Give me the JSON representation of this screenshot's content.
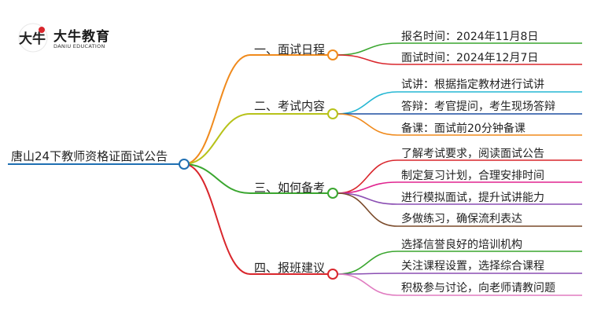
{
  "logo": {
    "name_cn": "大牛教育",
    "name_en": "DANIU EDUCATION",
    "mark_text": "大牛"
  },
  "root": {
    "label": "唐山24下教师资格证面试公告",
    "color": "#1f6fb2"
  },
  "branches": [
    {
      "label": "一、面试日程",
      "color": "#f08a1c",
      "leaves": [
        {
          "label": "报名时间：2024年11月8日",
          "color": "#3aa62f"
        },
        {
          "label": "面试时间：2024年12月7日",
          "color": "#d9262c"
        }
      ]
    },
    {
      "label": "二、考试内容",
      "color": "#b7c21a",
      "leaves": [
        {
          "label": "试讲：根据指定教材进行试讲",
          "color": "#25b7d3"
        },
        {
          "label": "答辩：考官提问，考生现场答辩",
          "color": "#1f4fa0"
        },
        {
          "label": "备课：面试前20分钟备课",
          "color": "#f08a1c"
        }
      ]
    },
    {
      "label": "三、如何备考",
      "color": "#3aa62f",
      "leaves": [
        {
          "label": "了解考试要求，阅读面试公告",
          "color": "#d9262c"
        },
        {
          "label": "制定复习计划，合理安排时间",
          "color": "#e0248f"
        },
        {
          "label": "进行模拟面试，提升试讲能力",
          "color": "#8b4fb3"
        },
        {
          "label": "多做练习，确保流利表达",
          "color": "#7a4a2a"
        }
      ]
    },
    {
      "label": "四、报班建议",
      "color": "#d9262c",
      "leaves": [
        {
          "label": "选择信誉良好的培训机构",
          "color": "#3aa62f"
        },
        {
          "label": "关注课程设置，选择综合课程",
          "color": "#8b4fb3"
        },
        {
          "label": "积极参与讨论，向老师请教问题",
          "color": "#e07bc0"
        }
      ]
    }
  ]
}
